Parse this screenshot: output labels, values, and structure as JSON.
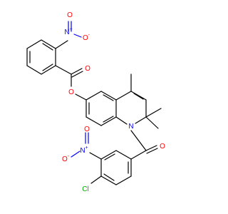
{
  "labels": {
    "nitro_top_N": "N",
    "nitro_top_plus": "+",
    "nitro_top_O_double": "O",
    "nitro_top_O_single": "O",
    "nitro_top_O_minus": "-",
    "ester_O_double": "O",
    "ester_O_single": "O",
    "ring_N": "N",
    "amide_O": "O",
    "nitro_bottom_N": "N",
    "nitro_bottom_plus": "+",
    "nitro_bottom_O_double": "O",
    "nitro_bottom_O_single": "O",
    "nitro_bottom_O_minus": "-",
    "chlorine": "Cl"
  },
  "colors": {
    "carbon_bond": "#000000",
    "oxygen": "#ff0000",
    "nitrogen": "#0000ff",
    "chlorine": "#00aa00"
  }
}
